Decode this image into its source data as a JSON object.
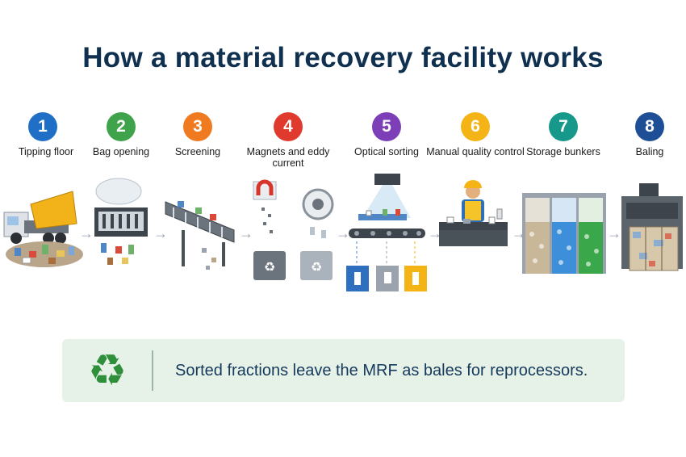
{
  "title": "How a material recovery facility works",
  "steps": [
    {
      "number": "1",
      "label": "Tipping floor",
      "color": "#1f6fc6"
    },
    {
      "number": "2",
      "label": "Bag opening",
      "color": "#3ea34a"
    },
    {
      "number": "3",
      "label": "Screening",
      "color": "#f07a1f"
    },
    {
      "number": "4",
      "label": "Magnets and eddy current",
      "color": "#e03a2e"
    },
    {
      "number": "5",
      "label": "Optical sorting",
      "color": "#7d3fb8"
    },
    {
      "number": "6",
      "label": "Manual quality control",
      "color": "#f5b416"
    },
    {
      "number": "7",
      "label": "Storage bunkers",
      "color": "#16988a"
    },
    {
      "number": "8",
      "label": "Baling",
      "color": "#1e4f96"
    }
  ],
  "banner": {
    "message": "Sorted fractions leave the MRF as bales for reprocessors.",
    "icon": "recycle-icon",
    "background": "#e6f1e7"
  }
}
